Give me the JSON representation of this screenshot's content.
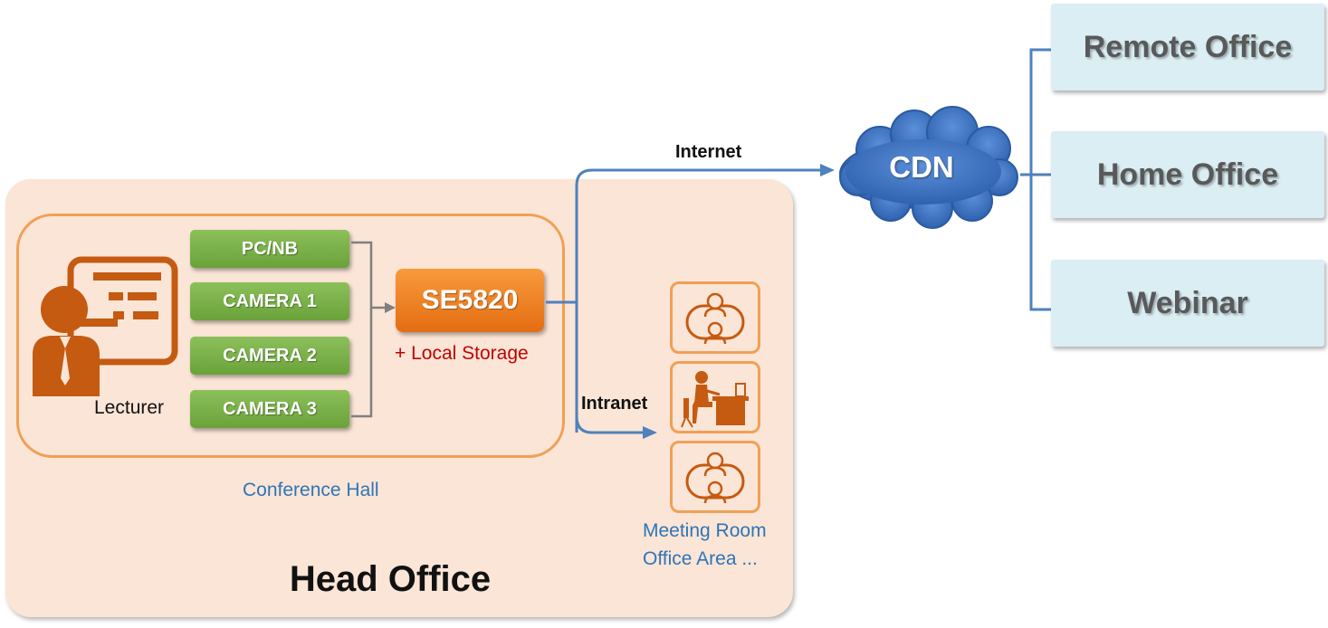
{
  "head_office": {
    "title": "Head Office"
  },
  "conference_hall": {
    "label": "Conference Hall",
    "lecturer_label": "Lecturer",
    "sources": [
      "PC/NB",
      "CAMERA 1",
      "CAMERA 2",
      "CAMERA 3"
    ]
  },
  "encoder": {
    "label": "SE5820",
    "storage_label": "+ Local Storage"
  },
  "network": {
    "internet_label": "Internet",
    "intranet_label": "Intranet"
  },
  "rooms": {
    "line1": "Meeting Room",
    "line2": "Office Area ..."
  },
  "cdn": {
    "label": "CDN"
  },
  "destinations": [
    "Remote Office",
    "Home Office",
    "Webinar"
  ],
  "icons": {
    "lecturer": "lecturer-presenting-icon",
    "meeting": "meeting-table-icon",
    "desk": "desk-worker-icon",
    "cloud": "cloud-icon"
  },
  "colors": {
    "panel": "#fbe5d6",
    "orange_border": "#f0a056",
    "icon_orange": "#c55a11",
    "green": "#77b041",
    "encoder_orange": "#ee7b22",
    "blue_line": "#4f81bd",
    "cloud": "#3670c0",
    "dest_fill": "#daeef3",
    "label_blue": "#2e75b6",
    "storage_red": "#c00000"
  }
}
